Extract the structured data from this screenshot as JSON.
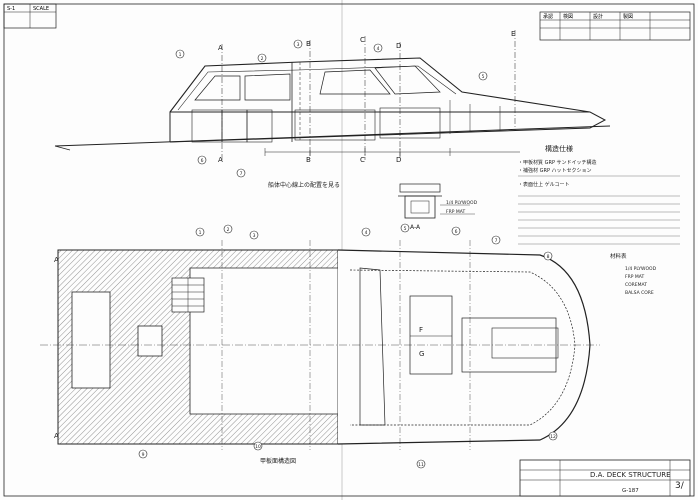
{
  "drawing": {
    "title": "D.A. DECK STRUCTURE",
    "sheet_no": "3/",
    "drawing_no": "G-187",
    "top_left_block": [
      "S-1",
      "SCALE"
    ],
    "top_right_block": [
      "承認",
      "検図",
      "設計",
      "製図"
    ],
    "plan_view_caption": "甲板面構造図",
    "elevation_caption": "船体中心線上の配置を見る",
    "material_block_title": "構造仕様",
    "notes": [
      "・甲板材質 GRP サンドイッチ構造",
      "・補強材 GRP ハットセクション",
      "・表面仕上 ゲルコート"
    ],
    "material_legend_title": "材料表",
    "material_legend": [
      "1/4 PLYWOOD",
      "FRP MAT",
      "COREMAT",
      "BALSA CORE"
    ],
    "section_label": "A-A",
    "balloon_labels": [
      "1",
      "2",
      "3",
      "4",
      "5",
      "6",
      "7",
      "8",
      "9",
      "10",
      "11",
      "12"
    ],
    "dimension_letters": [
      "A",
      "B",
      "C",
      "D",
      "E",
      "F",
      "G"
    ]
  }
}
